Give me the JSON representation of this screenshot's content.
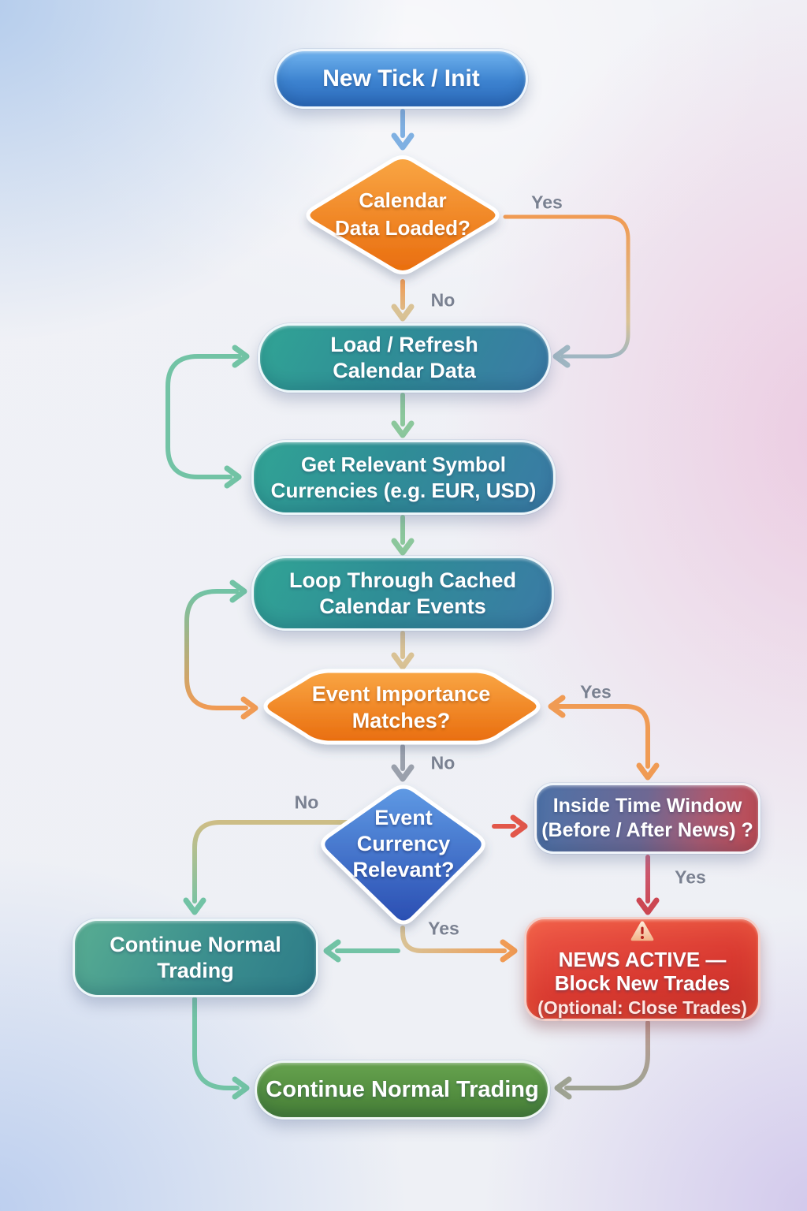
{
  "flowchart": {
    "nodes": {
      "new_tick": {
        "label": "New Tick / Init"
      },
      "calendar_loaded": {
        "line1": "Calendar",
        "line2": "Data Loaded?"
      },
      "load_refresh": {
        "line1": "Load / Refresh",
        "line2": "Calendar Data"
      },
      "get_currencies": {
        "line1": "Get Relevant Symbol",
        "line2": "Currencies (e.g. EUR, USD)"
      },
      "loop_events": {
        "line1": "Loop Through Cached",
        "line2": "Calendar Events"
      },
      "importance_matches": {
        "line1": "Event Importance",
        "line2": "Matches?"
      },
      "currency_relevant": {
        "line1": "Event",
        "line2": "Currency",
        "line3": "Relevant?"
      },
      "inside_window": {
        "line1": "Inside Time Window",
        "line2": "(Before / After News) ?"
      },
      "continue_normal": {
        "line1": "Continue Normal",
        "line2": "Trading"
      },
      "news_active": {
        "icon": "warning-triangle",
        "line1": "NEWS ACTIVE —",
        "line2": "Block New Trades",
        "line3": "(Optional: Close Trades)"
      },
      "continue_final": {
        "label": "Continue Normal Trading"
      }
    },
    "edge_labels": {
      "calendar_yes": "Yes",
      "calendar_no": "No",
      "importance_yes": "Yes",
      "importance_no": "No",
      "relevant_no": "No",
      "relevant_yes": "Yes",
      "window_yes": "Yes"
    },
    "colors": {
      "pill_blue_top": "#6fb2ee",
      "pill_blue_bottom": "#2d6cbe",
      "orange_top": "#f9a644",
      "orange_bottom": "#e96d0e",
      "teal_left": "#31a495",
      "teal_right": "#3b7aa6",
      "teal_green_left": "#58ad92",
      "teal_green_right": "#2d7b88",
      "diamond_blue_top": "#5f9ae4",
      "diamond_blue_bottom": "#2a4eb2",
      "window_blue": "#4d72a8",
      "window_red": "#c04a52",
      "news_red_top": "#f05a49",
      "news_red_bottom": "#c22d27",
      "green_top": "#66a24e",
      "green_bottom": "#477f36",
      "label_gray": "#7a8191",
      "arrow_blue": "#7fb0e2",
      "arrow_green": "#8cc79c",
      "arrow_teal": "#72c3a5",
      "arrow_orange": "#f09b54",
      "arrow_tan": "#d9c295",
      "arrow_khaki": "#cdbd86",
      "arrow_gray": "#9aa0ac",
      "arrow_bluegray": "#9fb6c2",
      "arrow_red": "#e2574a",
      "arrow_rose": "#cd6079",
      "arrow_pink": "#cc4753",
      "arrow_mauve": "#bd9a93",
      "arrow_graygreen": "#9fa393",
      "warning_fill_top": "#fdeedd",
      "warning_fill_bottom": "#f2b287",
      "warning_mark": "#b5231d"
    }
  }
}
